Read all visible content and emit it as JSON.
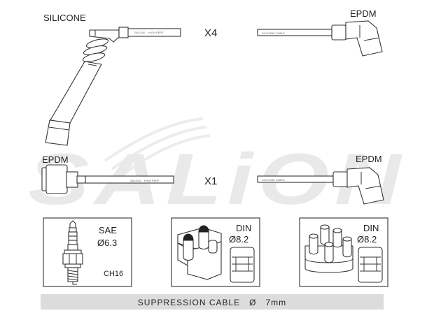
{
  "labels": {
    "top_left": "SILICONE",
    "top_right": "EPDM",
    "top_qty": "X4",
    "mid_left": "EPDM",
    "mid_right": "EPDM",
    "mid_qty": "X1"
  },
  "cable_print": {
    "brand": "SALION",
    "type": "HIGH PERF",
    "suppression": "SILICONE CABLE"
  },
  "watermark": "SALiON",
  "panels": {
    "plug": {
      "standard": "SAE",
      "size": "Ø6.3",
      "thread": "CH16"
    },
    "coil": {
      "standard": "DIN",
      "size": "Ø8.2"
    },
    "distributor": {
      "standard": "DIN",
      "size": "Ø8.2"
    }
  },
  "footer": {
    "text": "SUPPRESSION CABLE   Ø   7mm"
  }
}
